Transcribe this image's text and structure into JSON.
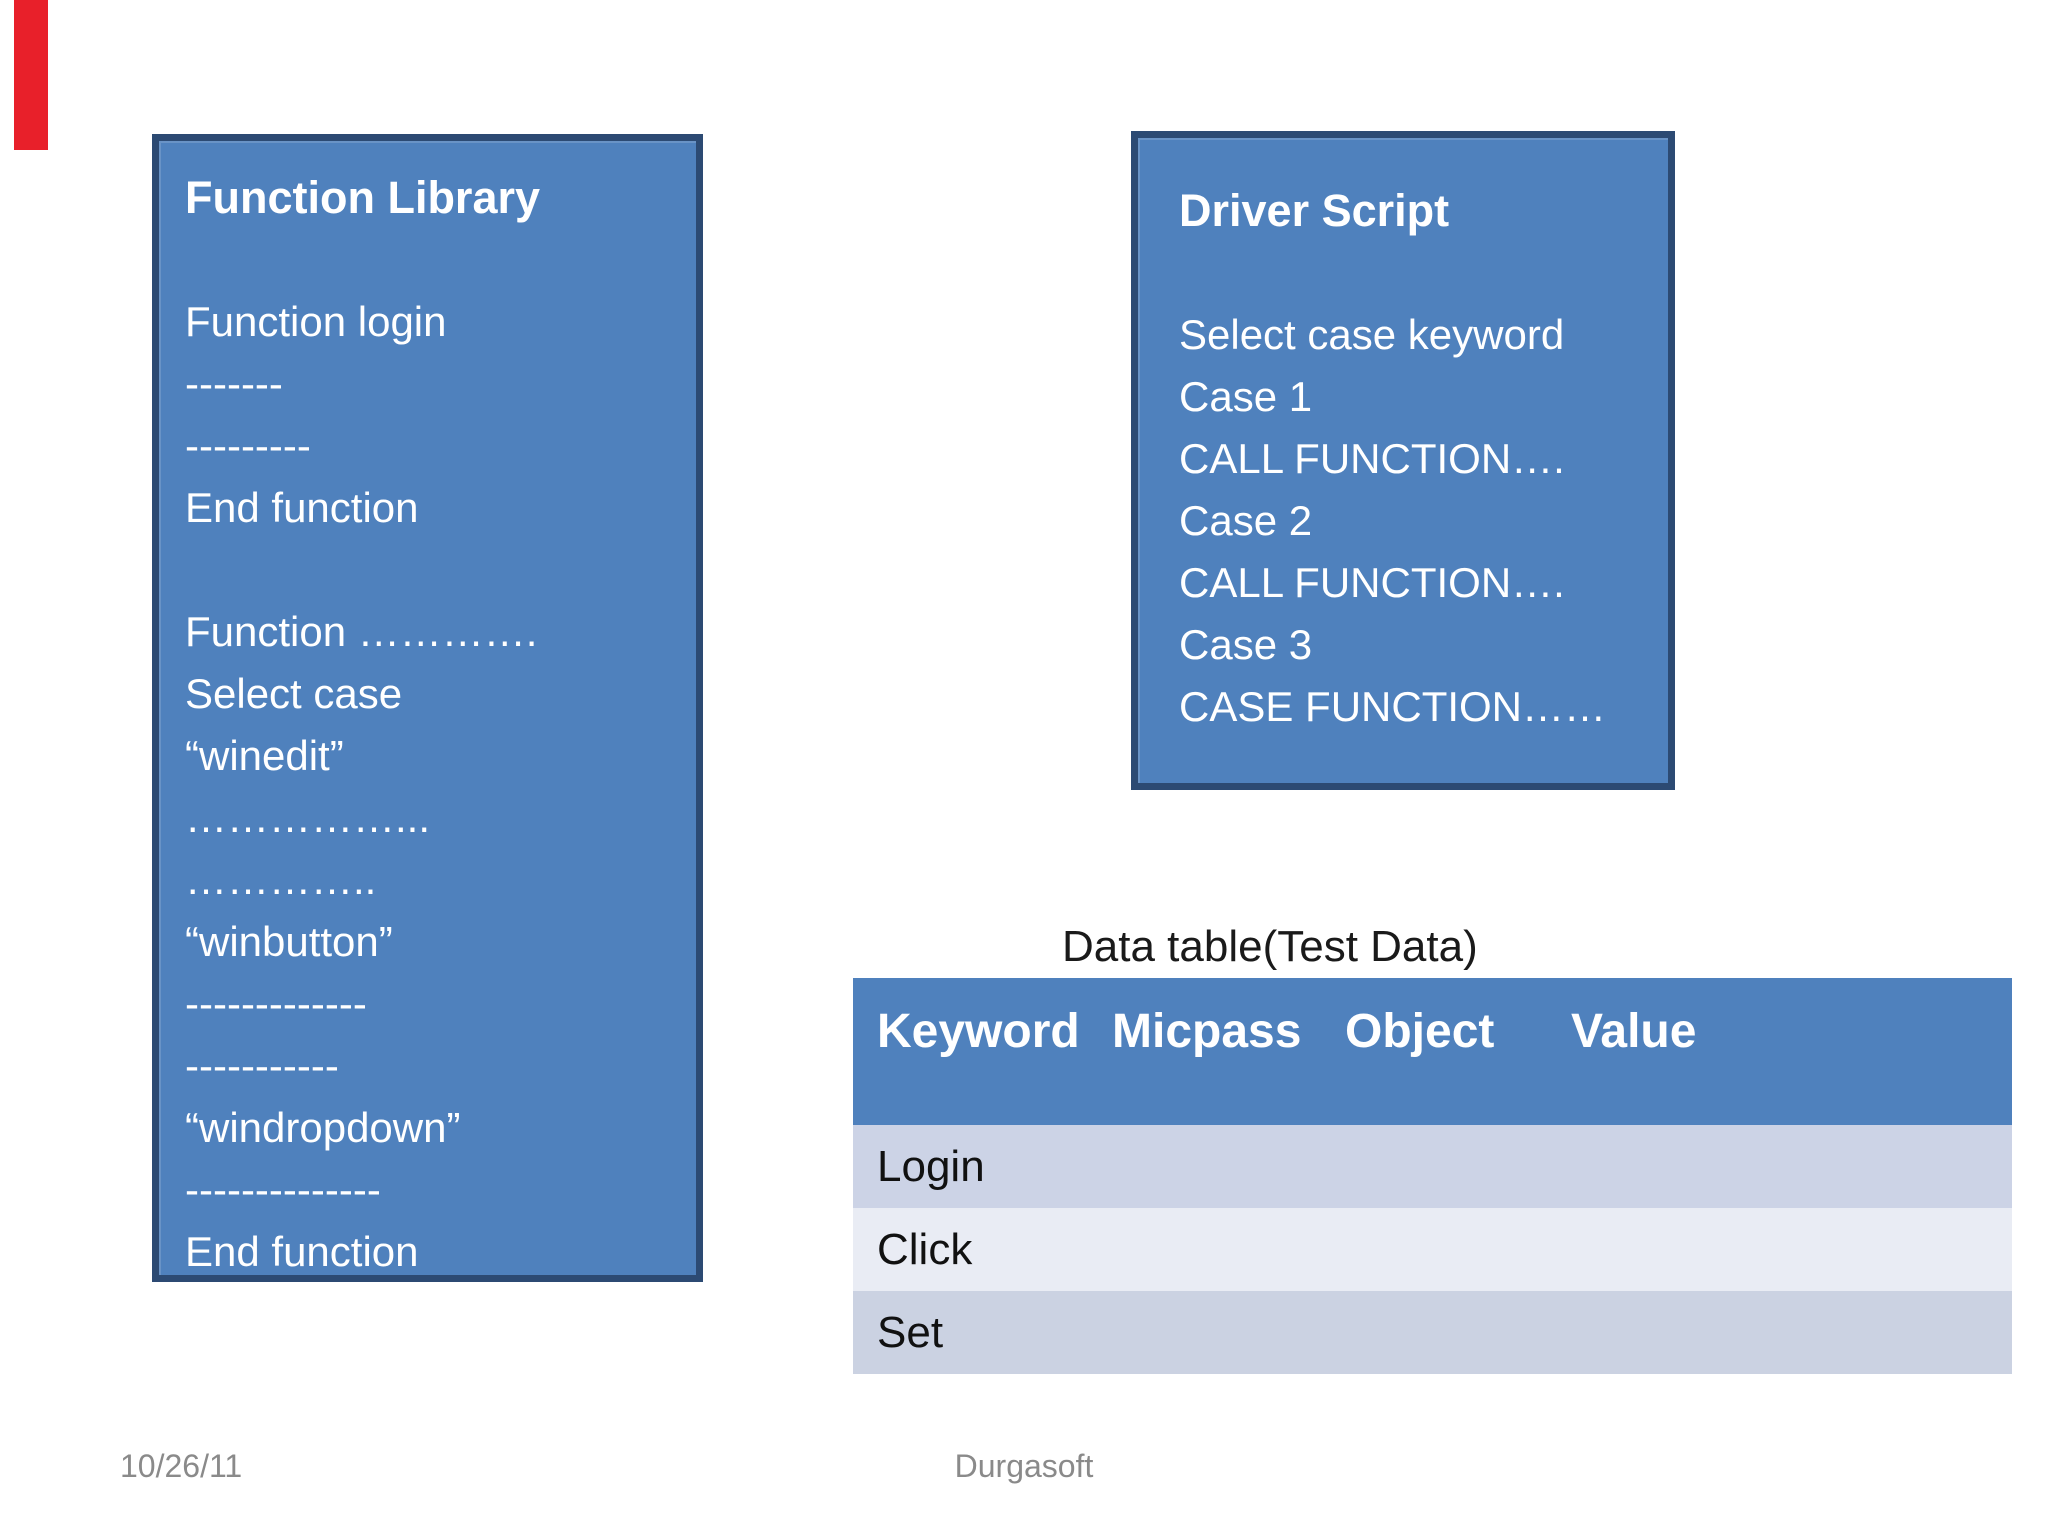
{
  "slide": {
    "background_color": "#ffffff",
    "accent_color": "#4f81bd",
    "box_border_color": "#2c4a73",
    "red_marker_color": "#e8202a"
  },
  "function_library": {
    "fill": "#4f81bd",
    "text_color": "#ffffff",
    "lines": [
      "Function Library",
      "",
      "Function login",
      "-------",
      "---------",
      "End function",
      "",
      "Function ………….",
      "Select case",
      "“winedit”",
      "……………...",
      "…………..",
      "“winbutton”",
      "-------------",
      "-----------",
      "“windropdown”",
      "--------------",
      "End function"
    ]
  },
  "driver_script": {
    "fill": "#4f81bd",
    "text_color": "#ffffff",
    "lines": [
      "Driver Script",
      "",
      "Select case keyword",
      "Case 1",
      "CALL FUNCTION….",
      "Case 2",
      "CALL FUNCTION….",
      "Case 3",
      "CASE FUNCTION……"
    ]
  },
  "data_table": {
    "title": "Data table(Test Data)",
    "header": {
      "fill": "#4f81bd",
      "text_color": "#ffffff",
      "columns": [
        "Keyword",
        "Micpass",
        "Object",
        "Value"
      ]
    },
    "rows": [
      {
        "keyword": "Login",
        "micpass": "",
        "object": "",
        "value": "",
        "fill": "#ccd3e6"
      },
      {
        "keyword": "Click",
        "micpass": "",
        "object": "",
        "value": "",
        "fill": "#e9ecf4"
      },
      {
        "keyword": "Set",
        "micpass": "",
        "object": "",
        "value": "",
        "fill": "#cbd2e2"
      }
    ]
  },
  "footer": {
    "date": "10/26/11",
    "brand": "Durgasoft",
    "text_color": "#8a8a8a"
  }
}
